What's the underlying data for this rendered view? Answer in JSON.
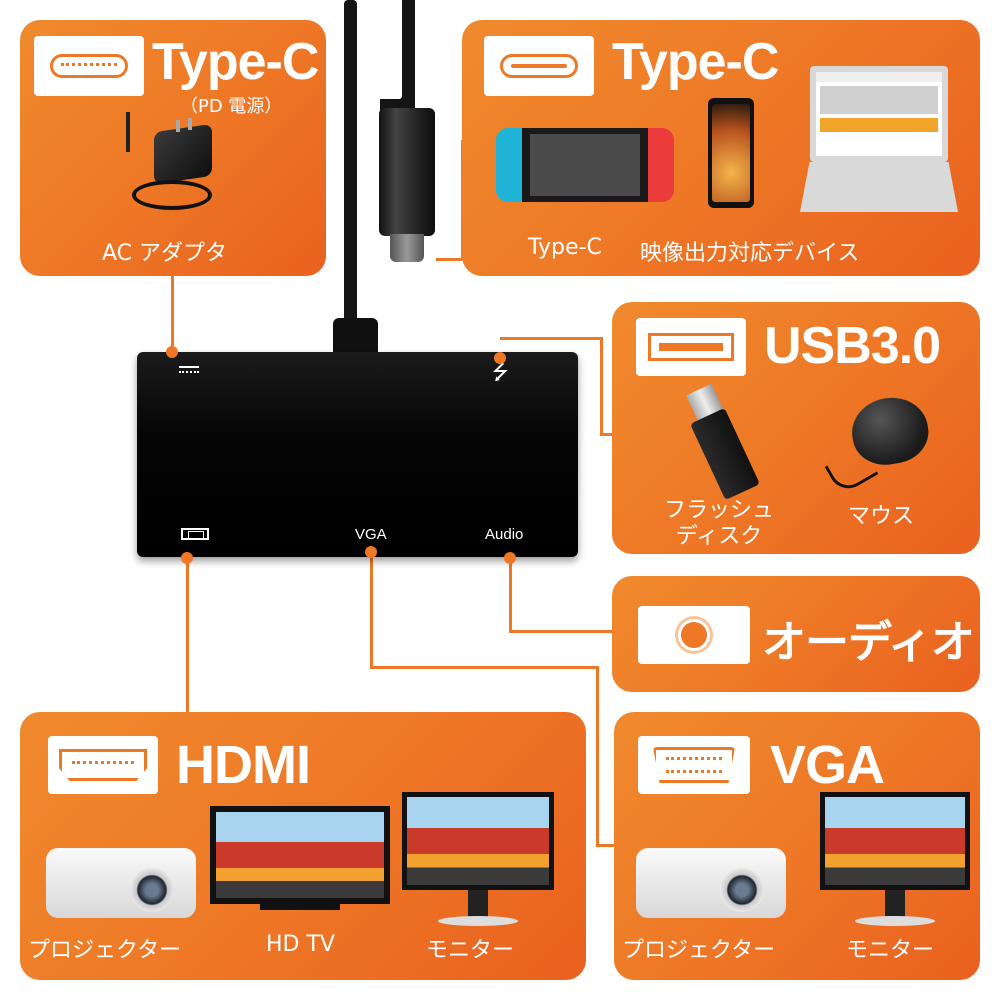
{
  "panels": {
    "typec_pd": {
      "title": "Type-C",
      "subtitle": "（PD 電源）",
      "device_label": "AC アダプタ"
    },
    "typec_video": {
      "title": "Type-C",
      "caption_left": "Type-C",
      "caption_right": "映像出力対応デバイス"
    },
    "usb": {
      "title": "USB3.0",
      "label_flash": "フラッシュ\nディスク",
      "label_mouse": "マウス"
    },
    "audio": {
      "title": "オーディオ"
    },
    "hdmi": {
      "title": "HDMI",
      "label_projector": "プロジェクター",
      "label_tv": "HD TV",
      "label_monitor": "モニター"
    },
    "vga": {
      "title": "VGA",
      "label_projector": "プロジェクター",
      "label_monitor": "モニター"
    }
  },
  "hub": {
    "port_vga": "VGA",
    "port_audio": "Audio"
  },
  "colors": {
    "accent": "#ee7826",
    "hub": "#0a0a0a",
    "panel_dark": "#e9611f",
    "panel_light": "#f08a2e"
  }
}
